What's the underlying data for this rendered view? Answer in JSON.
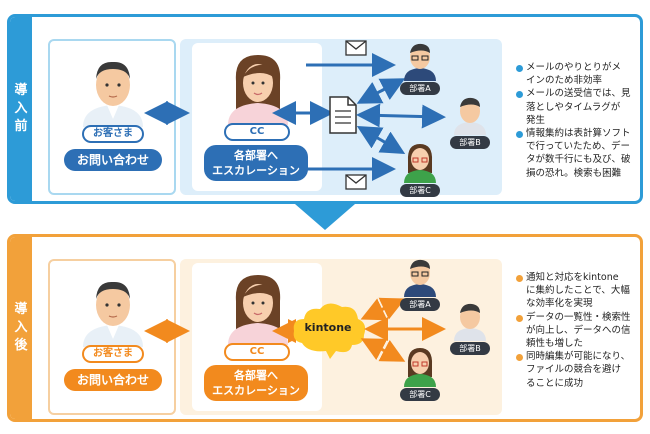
{
  "before": {
    "side_label": [
      "導",
      "入",
      "前"
    ],
    "customer_tag": "お客さま",
    "inquiry_label": "お問い合わせ",
    "cc_tag": "CC",
    "escalation_label": [
      "各部署へ",
      "エスカレーション"
    ],
    "depts": [
      "部署A",
      "部署B",
      "部署C"
    ],
    "notes": [
      [
        "メールのやりとりがメ",
        "インのため非効率"
      ],
      [
        "メールの送受信では、見",
        "落としやタイムラグが",
        "発生"
      ],
      [
        "情報集約は表計算ソフト",
        "で行っていたため、デー",
        "タが数千行にも及び、破",
        "損の恐れ。検索も困難"
      ]
    ],
    "colors": {
      "frame": "#2d9bd7",
      "accent": "#2d6fb5"
    }
  },
  "after": {
    "side_label": [
      "導",
      "入",
      "後"
    ],
    "customer_tag": "お客さま",
    "inquiry_label": "お問い合わせ",
    "cc_tag": "CC",
    "escalation_label": [
      "各部署へ",
      "エスカレーション"
    ],
    "hub_label": "kintone",
    "depts": [
      "部署A",
      "部署B",
      "部署C"
    ],
    "notes": [
      [
        "通知と対応をkintone",
        "に集約したことで、大幅",
        "な効率化を実現"
      ],
      [
        "データの一覧性・検索性",
        "が向上し、データへの信",
        "頼性も増した"
      ],
      [
        "同時編集が可能になり、",
        "ファイルの競合を避け",
        "ることに成功"
      ]
    ],
    "colors": {
      "frame": "#f2a13a",
      "accent": "#f28a1e"
    }
  }
}
